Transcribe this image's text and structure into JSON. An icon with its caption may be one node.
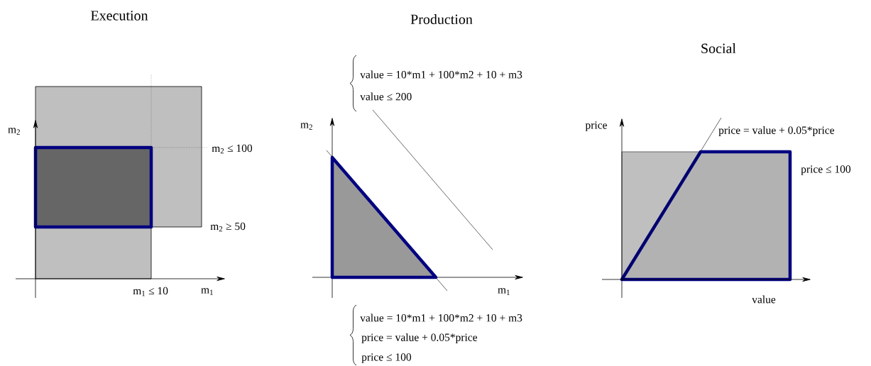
{
  "diagram": {
    "labels": [
      "Execution",
      "Production",
      "Social",
      "value = 10*m1 + 100*m2 + 10 + m3",
      "value ≤ 200",
      "m$_{2}$",
      "m$_{2}$ ≤ 100",
      "m$_{2}$",
      "price",
      "price = value + 0.05*price",
      "price ≤ 100",
      "m$_{2}$ ≥ 50",
      "m$_{1}$ ≤ 10",
      "m$_{1}$",
      "m$_{1}$",
      "value",
      "value = 10*m1 + 100*m2 + 10 + m3",
      "price = value + 0.05*price",
      "price ≤ 100"
    ]
  }
}
